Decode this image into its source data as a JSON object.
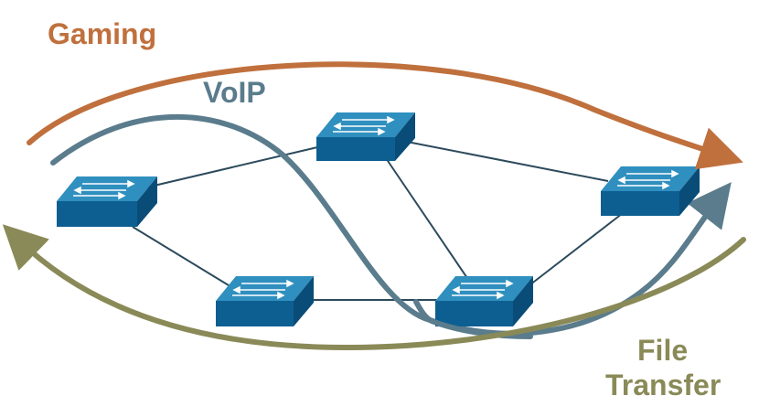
{
  "flows": [
    {
      "id": "gaming",
      "label_lines": [
        "Gaming"
      ],
      "color": "#C0703D"
    },
    {
      "id": "voip",
      "label_lines": [
        "VoIP"
      ],
      "color": "#5A7C8C"
    },
    {
      "id": "file-transfer",
      "label_lines": [
        "File",
        "Transfer"
      ],
      "color": "#8A8A58"
    }
  ],
  "switch_colors": {
    "top": "#2F8FBF",
    "front": "#0D5F92",
    "side": "#0A4C78",
    "arrows": "#FFFFFF"
  },
  "link_color": "#2C4A5C",
  "switches": [
    "switch-left",
    "switch-center-top",
    "switch-right",
    "switch-bottom-left",
    "switch-bottom-right"
  ]
}
